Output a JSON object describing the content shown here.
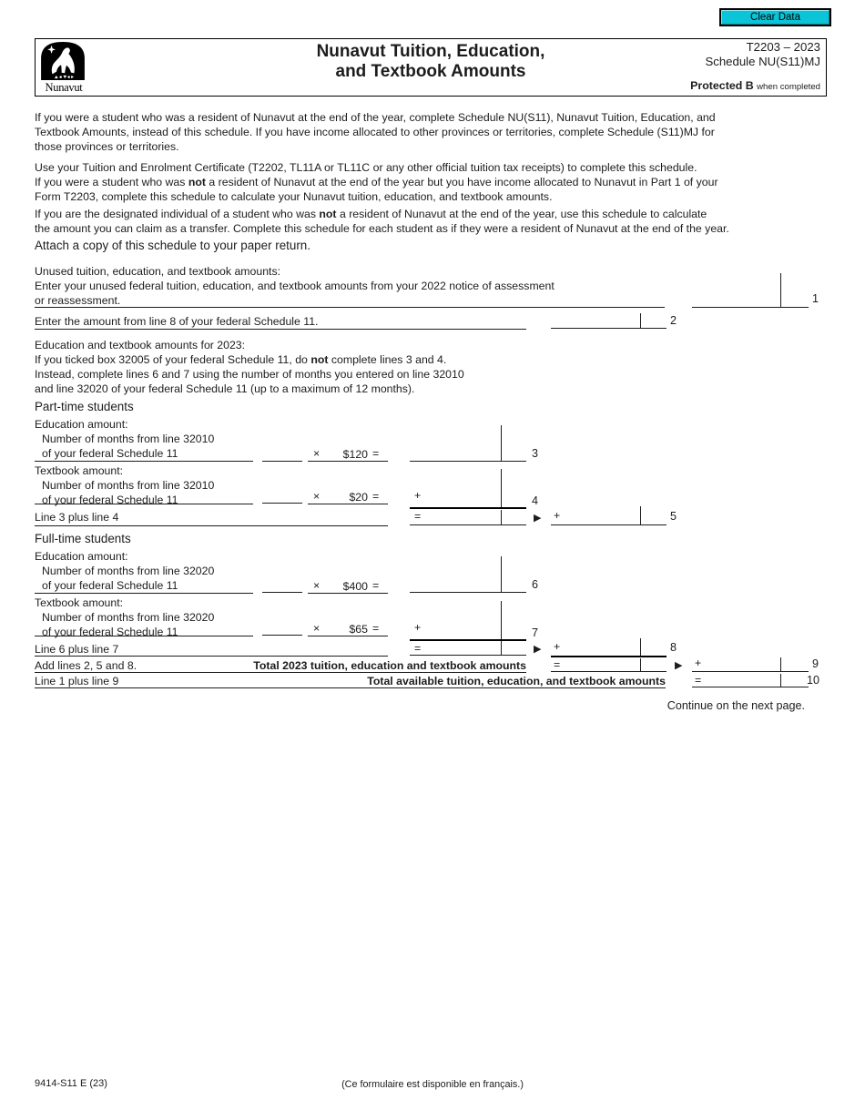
{
  "clear_button": {
    "label": "Clear Data",
    "color": "#0bc4d8"
  },
  "header": {
    "logo_wordmark": "Nunavut",
    "title_line1": "Nunavut Tuition, Education,",
    "title_line2": "and Textbook Amounts",
    "form_code": "T2203 – 2023",
    "schedule": "Schedule NU(S11)MJ",
    "protected_label": "Protected B",
    "protected_suffix": "when completed"
  },
  "intro": {
    "p1_line1": "If you were a student who was a resident of Nunavut at the end of the year, complete Schedule NU(S11), Nunavut Tuition, Education, and",
    "p1_line2": "Textbook Amounts, instead of this schedule. If you have income allocated to other provinces or territories, complete Schedule (S11)MJ for",
    "p1_line3": "those provinces or territories.",
    "p2_line1": "Use your Tuition and Enrolment Certificate (T2202, TL11A or TL11C or any other official tuition tax receipts) to complete this schedule.",
    "p2_line2_pre": "If you were a student who was ",
    "p2_bold": "not",
    "p2_line2_post": " a resident of Nunavut at the end of the year but you have income allocated to Nunavut in Part 1 of your",
    "p2_line3": "Form T2203, complete this schedule to calculate your Nunavut tuition, education, and textbook amounts.",
    "p3_line1_pre": "If you are the designated individual of a student who was ",
    "p3_bold": "not",
    "p3_line1_post": " a resident of Nunavut at the end of the year, use this schedule to calculate",
    "p3_line2": "the amount you can claim as a transfer. Complete this schedule for each student as if they were a resident of Nunavut at the end of the year.",
    "attach": "Attach a copy of this schedule to your paper return."
  },
  "unused": {
    "heading": "Unused tuition, education, and textbook amounts:",
    "line1_text1": "Enter your unused federal tuition, education, and textbook amounts from your 2022 notice of assessment",
    "line1_text2": "or reassessment.",
    "line2_text": "Enter the amount from line 8 of your federal Schedule 11."
  },
  "education_2023": {
    "heading": "Education and textbook amounts for 2023:",
    "note1_pre": "If you ticked box 32005 of your federal Schedule 11, do ",
    "note1_bold": "not",
    "note1_post": " complete lines 3 and 4.",
    "note2": "Instead, complete lines 6 and 7 using the number of months you entered on line 32010",
    "note3": "and line 32020 of your federal Schedule 11 (up to a maximum of 12 months)."
  },
  "part_time": {
    "heading": "Part-time students",
    "education_label": "Education amount:",
    "months_line1": "Number of months from line 32010",
    "months_line2": "of your federal Schedule 11",
    "edu_rate": "$120",
    "textbook_label": "Textbook amount:",
    "txt_rate": "$20",
    "sum_label": "Line 3 plus line 4"
  },
  "full_time": {
    "heading": "Full-time students",
    "education_label": "Education amount:",
    "months_line1": "Number of months from line 32020",
    "months_line2": "of your federal Schedule 11",
    "edu_rate": "$400",
    "textbook_label": "Textbook amount:",
    "txt_rate": "$65",
    "sum_label": "Line 6 plus line 7"
  },
  "totals": {
    "add_label": "Add lines 2, 5 and 8.",
    "total_2023_label": "Total 2023 tuition, education and textbook amounts",
    "line10_label": "Line 1 plus line 9",
    "total_available_label": "Total available tuition, education, and textbook amounts"
  },
  "lines": {
    "n1": "1",
    "n2": "2",
    "n3": "3",
    "n4": "4",
    "n5": "5",
    "n6": "6",
    "n7": "7",
    "n8": "8",
    "n9": "9",
    "n10": "10"
  },
  "symbols": {
    "times": "×",
    "equals": "=",
    "plus": "+",
    "arrow": "▶"
  },
  "continue_note": "Continue on the next page.",
  "footer": {
    "code": "9414-S11 E (23)",
    "french": "(Ce formulaire est disponible en français.)"
  }
}
